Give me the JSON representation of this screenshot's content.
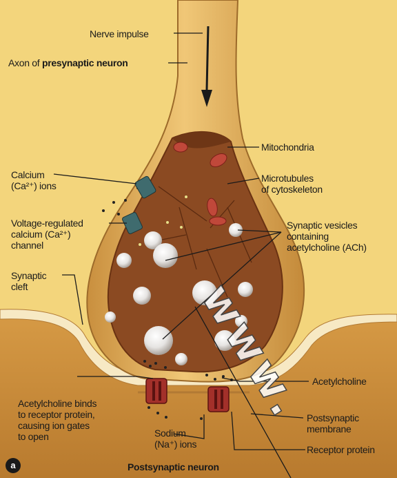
{
  "labels": {
    "nerve_impulse": "Nerve impulse",
    "axon_prefix": "Axon of ",
    "axon_bold": "presynaptic neuron",
    "mitochondria": "Mitochondria",
    "microtubules_1": "Microtubules",
    "microtubules_2": "of cytoskeleton",
    "calcium_1": "Calcium",
    "calcium_2": "(Ca²⁺) ions",
    "vrc_1": "Voltage-regulated",
    "vrc_2": "calcium (Ca²⁺)",
    "vrc_3": "channel",
    "vesicles_1": "Synaptic vesicles",
    "vesicles_2": "containing",
    "vesicles_3": "acetylcholine (ACh)",
    "cleft_1": "Synaptic",
    "cleft_2": "cleft",
    "acetylcholine": "Acetylcholine",
    "binds_1": "Acetylcholine binds",
    "binds_2": "to receptor protein,",
    "binds_3": "causing ion gates",
    "binds_4": "to open",
    "sodium_1": "Sodium",
    "sodium_2": "(Na⁺) ions",
    "postsyn_membrane_1": "Postsynaptic",
    "postsyn_membrane_2": "membrane",
    "receptor_protein": "Receptor protein",
    "postsyn_neuron": "Postsynaptic neuron",
    "panel_letter": "a"
  },
  "watermark": "www.",
  "colors": {
    "background": "#f3d57c",
    "axon": "#dfad55",
    "cytoplasm": "#8b4a22",
    "postsynaptic": "#c98a38",
    "cleft": "#f7e9c4"
  }
}
